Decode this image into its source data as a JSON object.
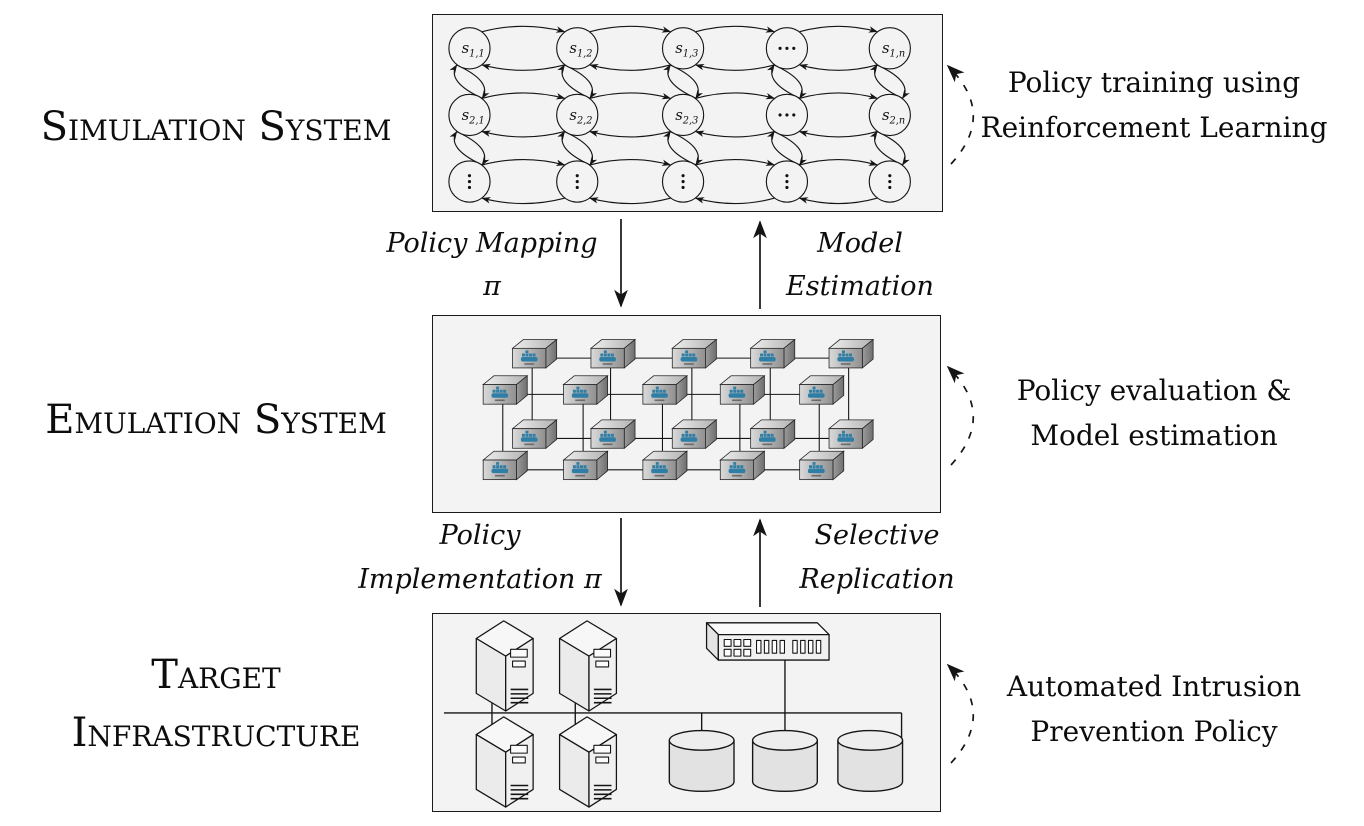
{
  "colors": {
    "box_fill": "#f3f3f3",
    "box_border": "#1b1b1b",
    "line": "#151515",
    "docker_blue": "#2e7ea6",
    "server_fill": "#f0f0f0",
    "database_fill": "#e2e2e2"
  },
  "layers": [
    {
      "id": "simulation",
      "label": "Simulation System",
      "annotation": {
        "lines": [
          "Policy training using",
          "Reinforcement Learning"
        ]
      }
    },
    {
      "id": "emulation",
      "label": "Emulation System",
      "annotation": {
        "lines": [
          "Policy evaluation &",
          "Model estimation"
        ]
      }
    },
    {
      "id": "target",
      "label_lines": [
        "Target",
        "Infrastructure"
      ],
      "annotation": {
        "lines": [
          "Automated Intrusion",
          "Prevention Policy"
        ]
      }
    }
  ],
  "flows": [
    {
      "id": "policy-mapping",
      "direction": "down",
      "lines": [
        "Policy Mapping",
        "π"
      ]
    },
    {
      "id": "model-estimation",
      "direction": "up",
      "lines": [
        "Model",
        "Estimation"
      ]
    },
    {
      "id": "policy-implementation",
      "direction": "down",
      "lines": [
        "Policy",
        "Implementation π"
      ]
    },
    {
      "id": "selective-replication",
      "direction": "up",
      "lines": [
        "Selective",
        "Replication"
      ]
    }
  ],
  "simulation_graph": {
    "node_rows": [
      [
        "s_{1,1}",
        "s_{1,2}",
        "s_{1,3}",
        "...",
        "s_{1,n}"
      ],
      [
        "s_{2,1}",
        "s_{2,2}",
        "s_{2,3}",
        "...",
        "s_{2,n}"
      ],
      [
        "⋮",
        "⋮",
        "⋮",
        "⋮",
        "⋮"
      ]
    ]
  },
  "emulation_grid": {
    "rows": 4,
    "cols": 5,
    "node": "docker-container",
    "node_logo": "docker"
  },
  "target_infrastructure": {
    "servers": 4,
    "switches": 1,
    "databases": 3
  }
}
